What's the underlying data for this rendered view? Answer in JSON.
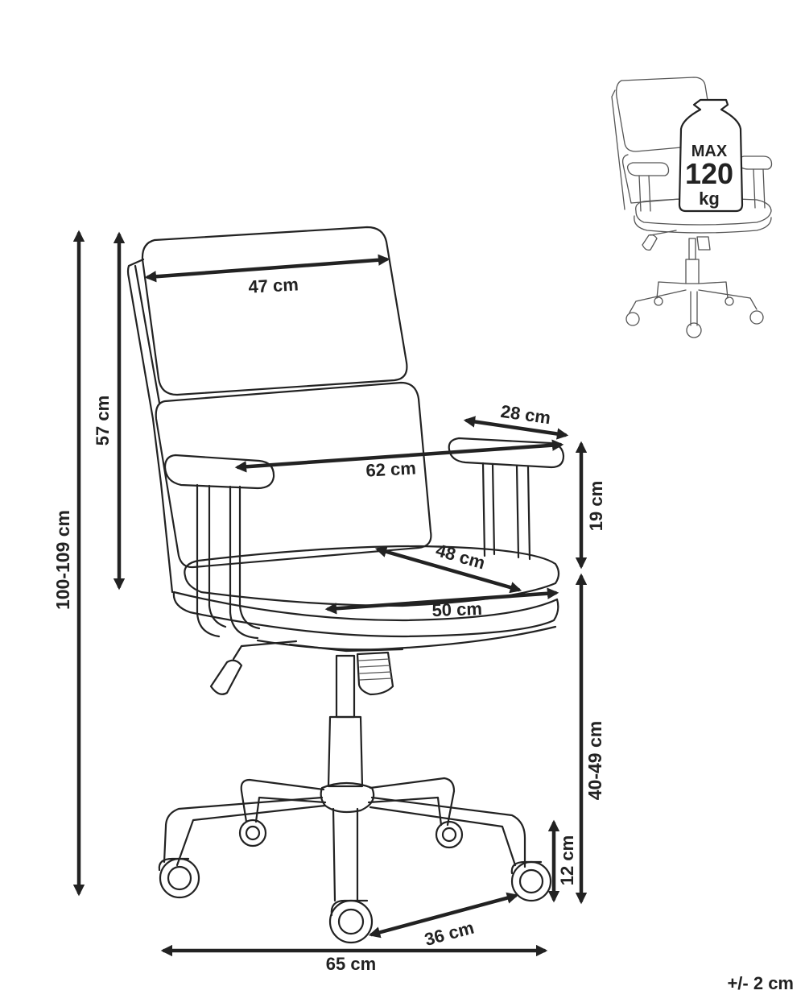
{
  "dimensions": {
    "backrest_width": "47 cm",
    "backrest_height": "57 cm",
    "total_height": "100-109 cm",
    "armrest_length": "28 cm",
    "arm_to_arm_width": "62 cm",
    "armrest_height": "19 cm",
    "seat_depth": "48 cm",
    "seat_width": "50 cm",
    "seat_height": "40-49 cm",
    "caster_height": "12 cm",
    "leg_span": "36 cm",
    "base_width": "65 cm"
  },
  "tolerance": "+/- 2 cm",
  "max_load": {
    "label": "MAX",
    "value": "120",
    "unit": "kg"
  },
  "colors": {
    "line": "#222222",
    "background": "#ffffff"
  }
}
